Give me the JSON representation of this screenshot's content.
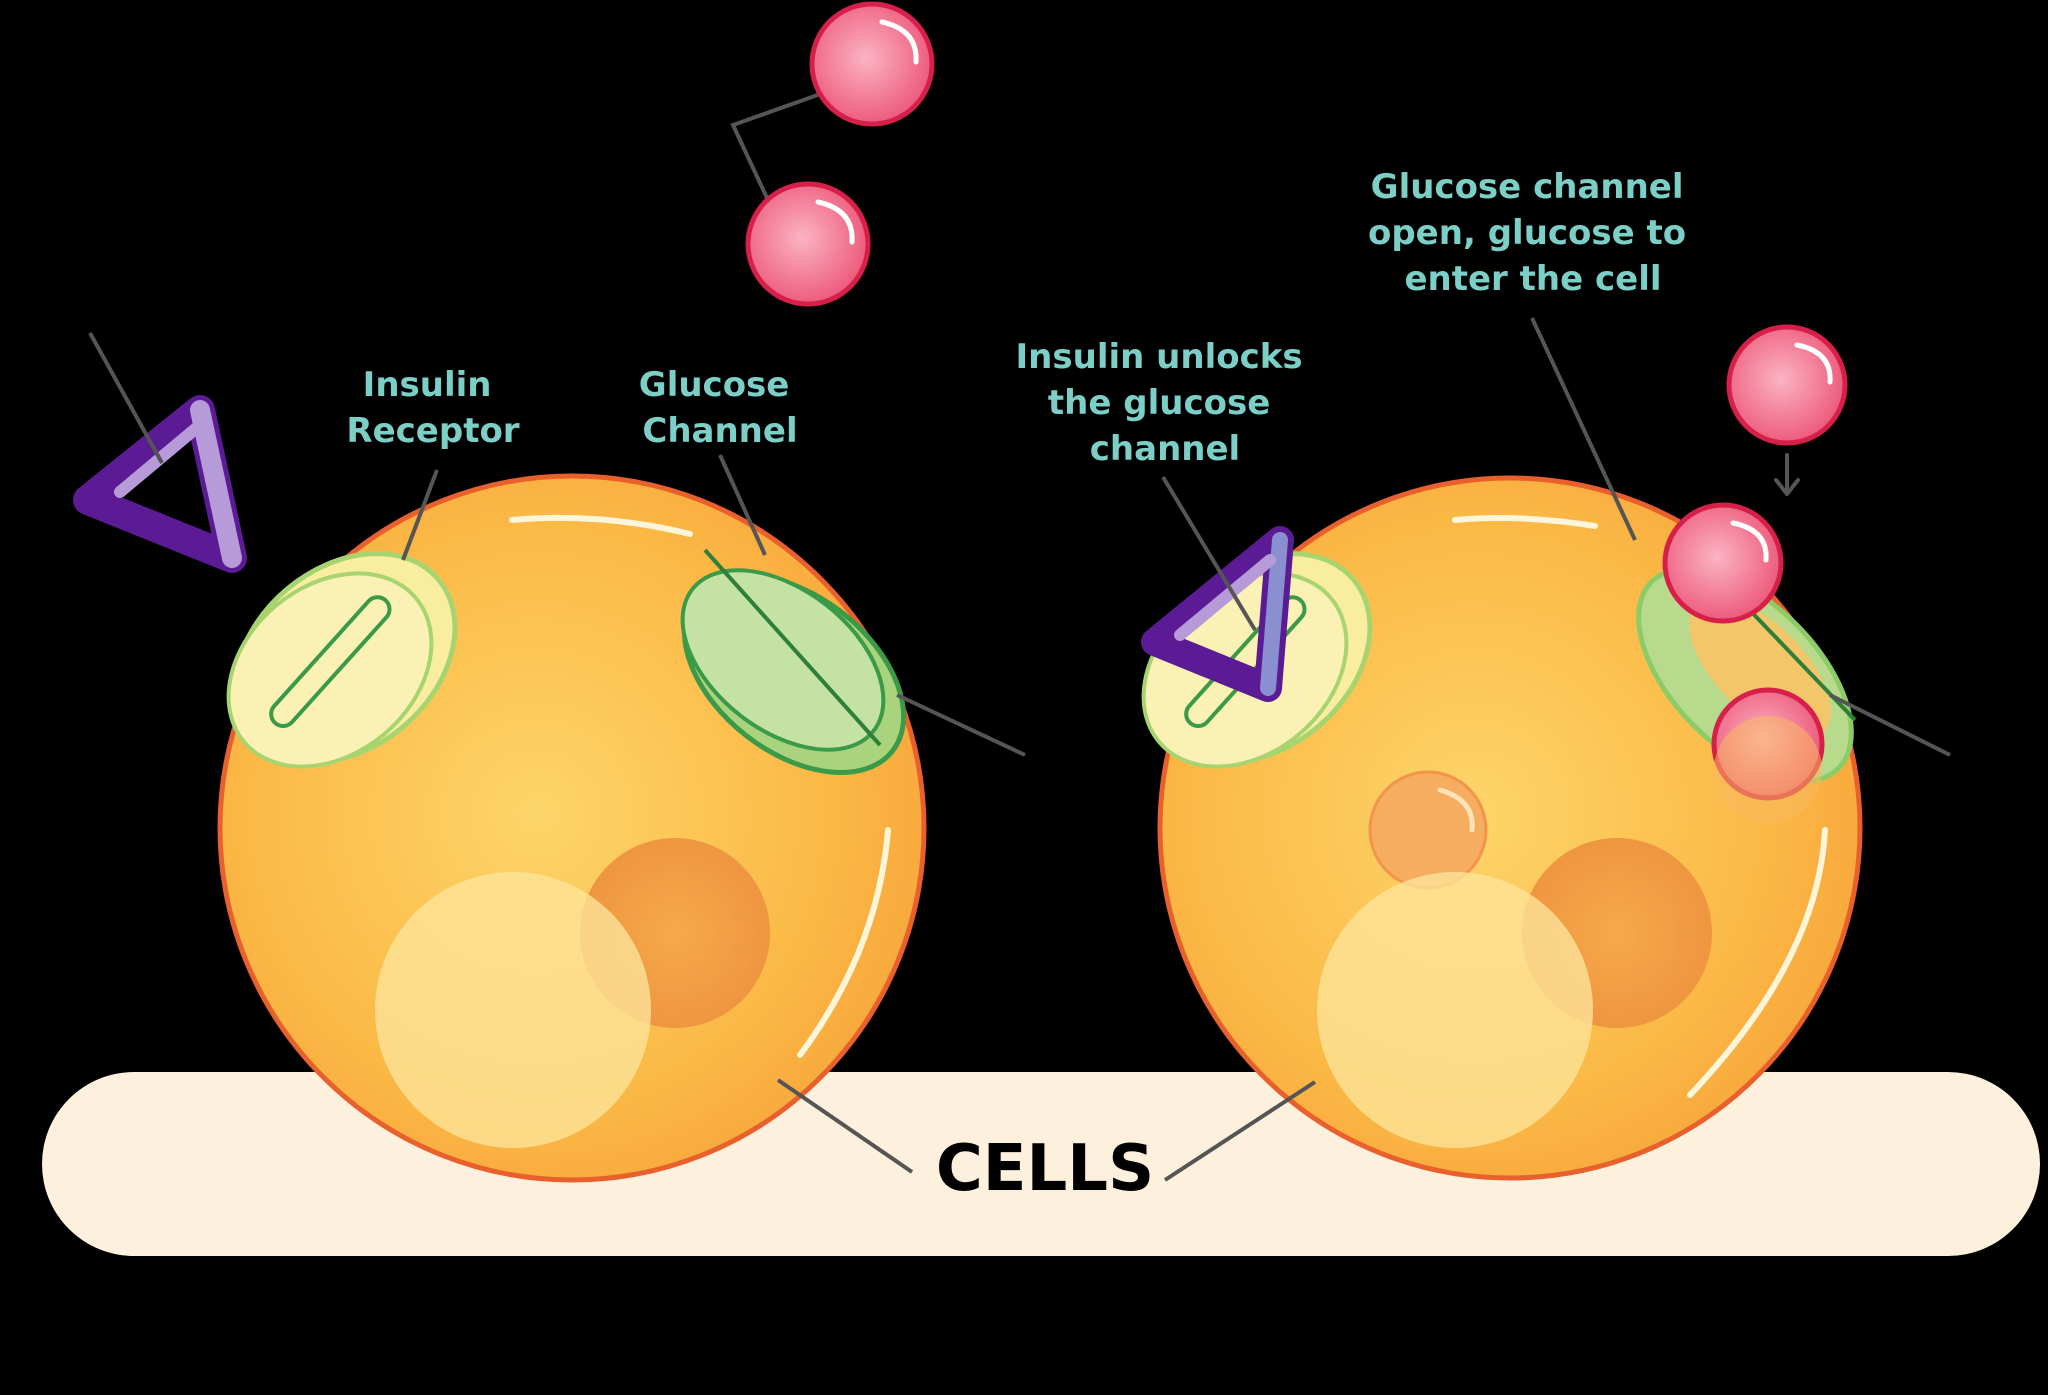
{
  "labels": {
    "insulin_receptor": [
      "Insulin",
      "Receptor"
    ],
    "glucose_channel": [
      "Glucose",
      "Channel"
    ],
    "insulin_unlocks": [
      "Insulin unlocks",
      "the glucose",
      "channel"
    ],
    "channel_open": [
      "Glucose channel",
      "open, glucose to",
      "enter the cell"
    ],
    "cells": "CELLS"
  },
  "colors": {
    "background": "#000000",
    "label_text": "#7ccfc6",
    "cells_text": "#000000",
    "base_band": "#fdf0dd",
    "cell_fill": "#fbb040",
    "cell_outline": "#e8602c",
    "receptor_fill": "#f9eda0",
    "receptor_outline": "#a8d46f",
    "channel_fill": "#b7da8c",
    "channel_outline": "#3a9a48",
    "glucose_fill": "#f06a86",
    "glucose_outline": "#d6204a",
    "insulin_dark": "#5b1b94",
    "insulin_light": "#b79ad8",
    "leader_line": "#555555"
  },
  "icons": [
    "insulin-molecule-icon",
    "glucose-molecule-icon",
    "cell-icon",
    "insulin-receptor-icon",
    "glucose-channel-icon"
  ]
}
